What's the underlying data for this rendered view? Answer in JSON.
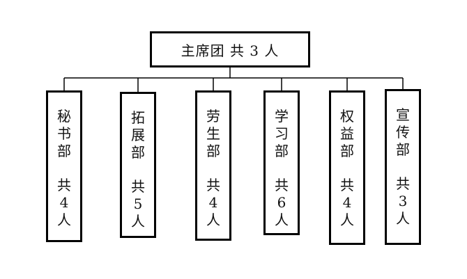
{
  "top": {
    "label": "主席团  共 3 人"
  },
  "departments": [
    {
      "name": [
        "秘",
        "书",
        "部"
      ],
      "count": [
        "共",
        "4",
        "人"
      ]
    },
    {
      "name": [
        "拓",
        "展",
        "部"
      ],
      "count": [
        "共",
        "5",
        "人"
      ]
    },
    {
      "name": [
        "劳",
        "生",
        "部"
      ],
      "count": [
        "共",
        "4",
        "人"
      ]
    },
    {
      "name": [
        "学",
        "习",
        "部"
      ],
      "count": [
        "共",
        "6",
        "人"
      ]
    },
    {
      "name": [
        "权",
        "益",
        "部"
      ],
      "count": [
        "共",
        "4",
        "人"
      ]
    },
    {
      "name": [
        "宣",
        "传",
        "部"
      ],
      "count": [
        "共",
        "3",
        "人"
      ]
    }
  ],
  "colors": {
    "border": "#000000",
    "text": "#111111",
    "background": "#ffffff"
  }
}
